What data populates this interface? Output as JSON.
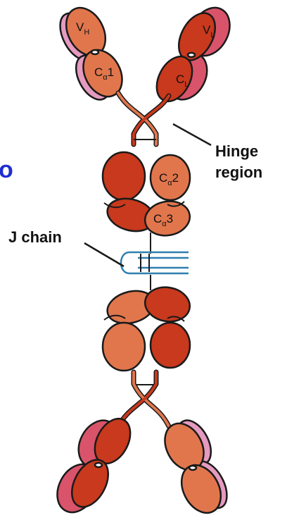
{
  "labels": {
    "hinge_line1": "Hinge",
    "hinge_line2": "region",
    "j_chain": "J chain",
    "edge_fragment": "o"
  },
  "domains": {
    "vh": {
      "base": "V",
      "sub": "H"
    },
    "vl": {
      "base": "V",
      "sub": "L"
    },
    "ca1": {
      "base": "C",
      "sub": "α",
      "num": "1"
    },
    "cl": {
      "base": "C",
      "sub": "L"
    },
    "ca2": {
      "base": "C",
      "sub": "α",
      "num": "2"
    },
    "ca3": {
      "base": "C",
      "sub": "α",
      "num": "3"
    }
  },
  "colors": {
    "heavy_dark": "#c8391d",
    "heavy_light": "#e1764c",
    "light_chain": "#d9546a",
    "light_chain_pale": "#e59ac0",
    "j_chain": "#2f7fb0",
    "outline": "#1a1a1a",
    "label_blue": "#1f2fd0"
  }
}
